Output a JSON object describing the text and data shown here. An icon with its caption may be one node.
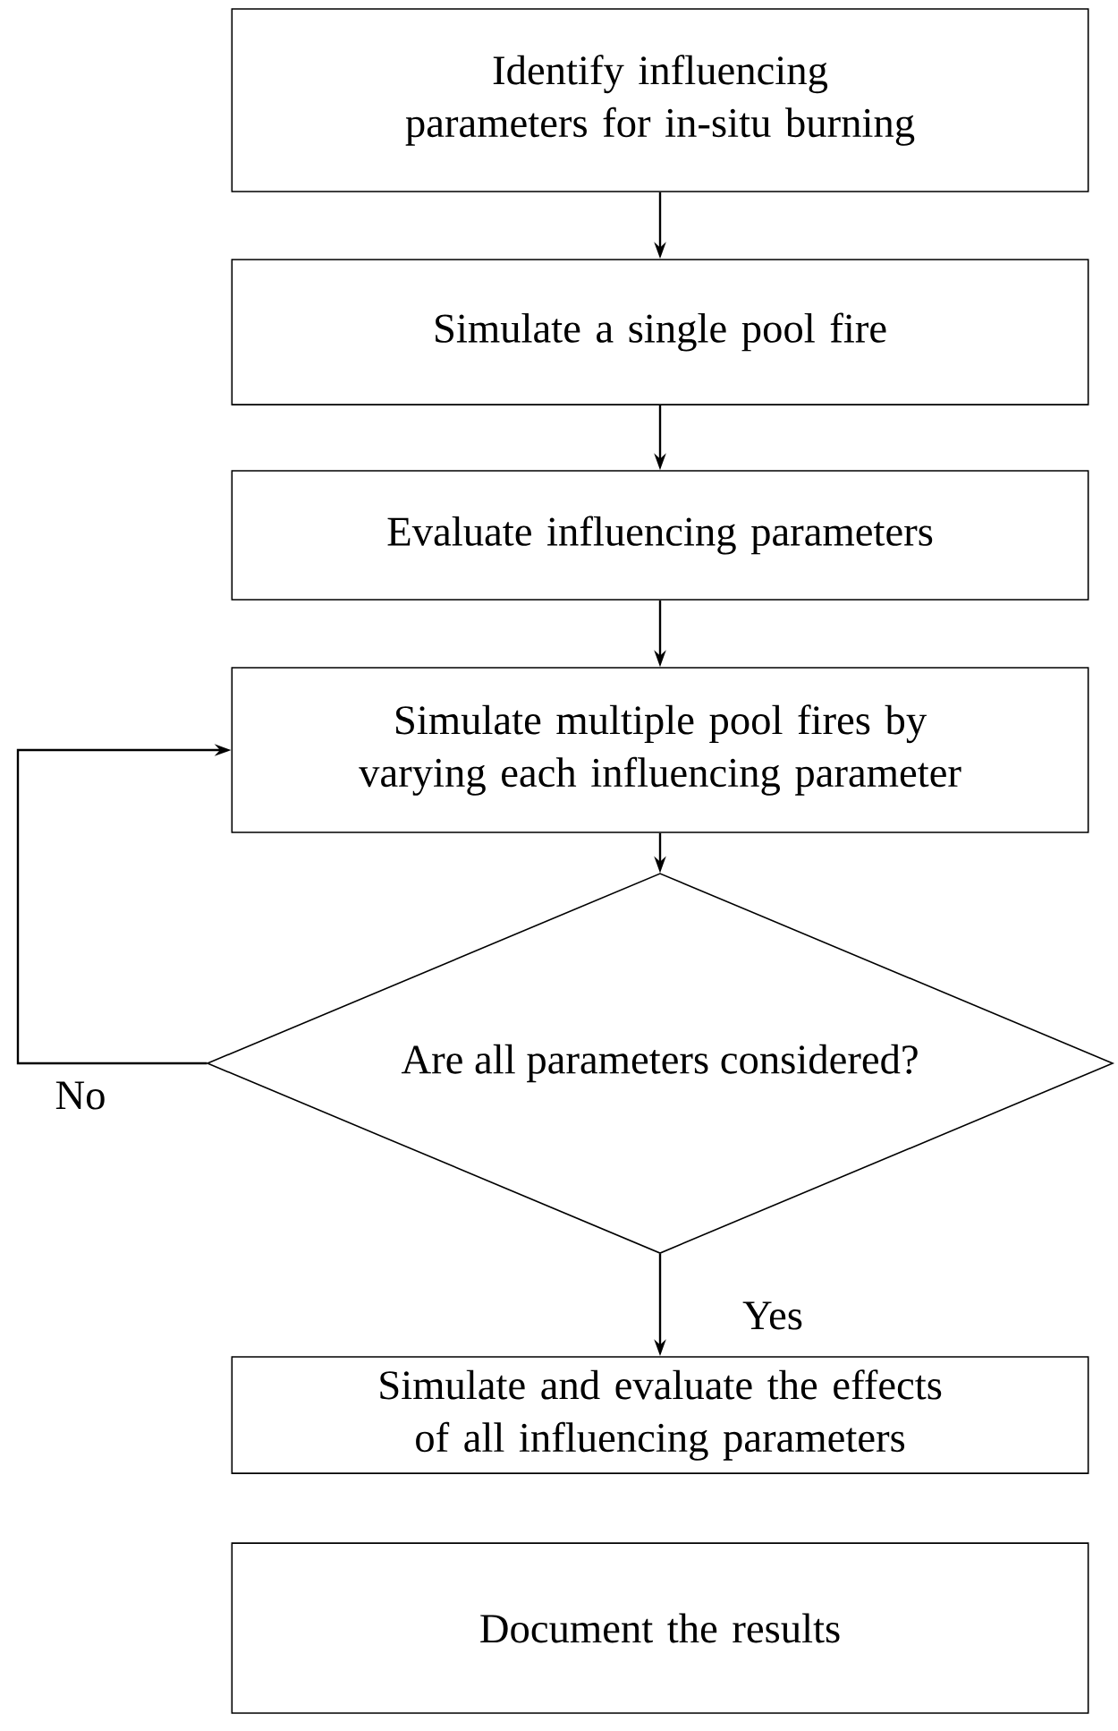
{
  "diagram": {
    "nodes": [
      {
        "text": [
          "Identify influencing parameters for in-situ burning"
        ]
      },
      {
        "text": [
          "Simulate a single pool fire"
        ]
      },
      {
        "text": [
          "Evaluate influencing parameters"
        ]
      },
      {
        "text": [
          "Simulate multiple pool fires by varying each influencing parameter"
        ]
      },
      {
        "text": [
          "Are all parameters considered?"
        ]
      },
      {
        "text": [
          "Simulate and evaluate the effects of all influencing parameters"
        ]
      },
      {
        "text": [
          "Document the results"
        ]
      }
    ],
    "edges": [
      {
        "from": 0,
        "to": 1,
        "arrow": "to"
      },
      {
        "from": 1,
        "to": 2,
        "arrow": "to"
      },
      {
        "from": 2,
        "to": 3,
        "arrow": "to"
      },
      {
        "from": 3,
        "to": 4,
        "arrow": "to"
      },
      {
        "from": 4,
        "to": 5,
        "arrow": "to",
        "label": "Yes"
      },
      {
        "from": 4,
        "to": 3,
        "arrow": "to",
        "label": "No"
      }
    ]
  }
}
